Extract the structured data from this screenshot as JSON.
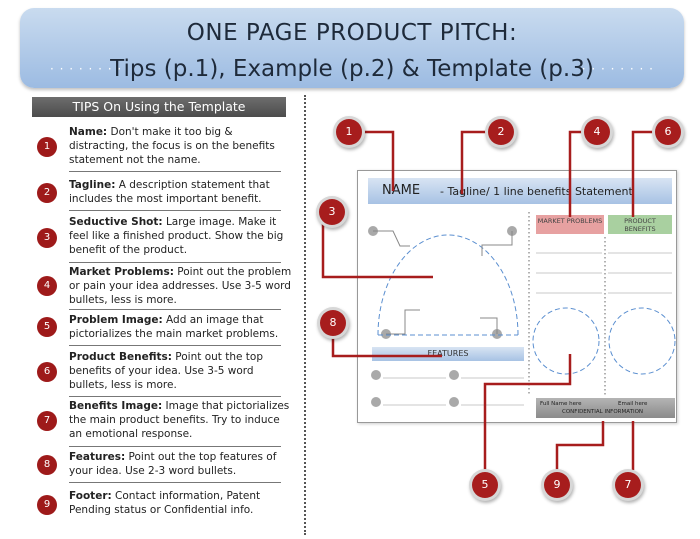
{
  "banner": {
    "title_line1": "ONE PAGE PRODUCT PITCH:",
    "title_line2": "Tips (p.1), Example (p.2) & Template (p.3)"
  },
  "tips": {
    "heading": "TIPS On Using the Template",
    "items": [
      {
        "num": "1",
        "name": "Name:",
        "text": " Don't make it too big & distracting, the focus is on the benefits statement not the name."
      },
      {
        "num": "2",
        "name": "Tagline:",
        "text": " A description statement that includes the most important benefit."
      },
      {
        "num": "3",
        "name": "Seductive Shot:",
        "text": " Large image. Make it feel like a finished product.  Show the big benefit of the product."
      },
      {
        "num": "4",
        "name": "Market Problems:",
        "text": " Point out the problem or pain your idea addresses. Use 3-5 word bullets, less is more."
      },
      {
        "num": "5",
        "name": "Problem Image:",
        "text": " Add an image that pictorializes the main market problems."
      },
      {
        "num": "6",
        "name": "Product Benefits:",
        "text": " Point out the top benefits of your idea. Use 3-5 word bullets, less is more."
      },
      {
        "num": "7",
        "name": "Benefits Image:",
        "text": " Image that pictorializes the main product benefits. Try to induce an emotional response."
      },
      {
        "num": "8",
        "name": "Features:",
        "text": " Point out the top features of your idea. Use 2-3 word bullets."
      },
      {
        "num": "9",
        "name": "Footer:",
        "text": " Contact information, Patent Pending status or Confidential info."
      }
    ]
  },
  "template": {
    "name_label": "NAME",
    "tagline": "-   Tagline/ 1 line benefits Statement",
    "market_problems": "MARKET PROBLEMS",
    "product_benefits": "PRODUCT BENEFITS",
    "features": "FEATURES",
    "footer_name": "Full Name here",
    "footer_email": "Email here",
    "footer_confidential": "CONFIDENTIAL INFORMATION"
  },
  "markers": [
    "1",
    "2",
    "3",
    "4",
    "5",
    "6",
    "7",
    "8",
    "9"
  ],
  "colors": {
    "marker": "#a71d1d",
    "banner": "#b3cbe9",
    "market_problems": "#e7a1a1",
    "product_benefits": "#a9d0a0"
  }
}
